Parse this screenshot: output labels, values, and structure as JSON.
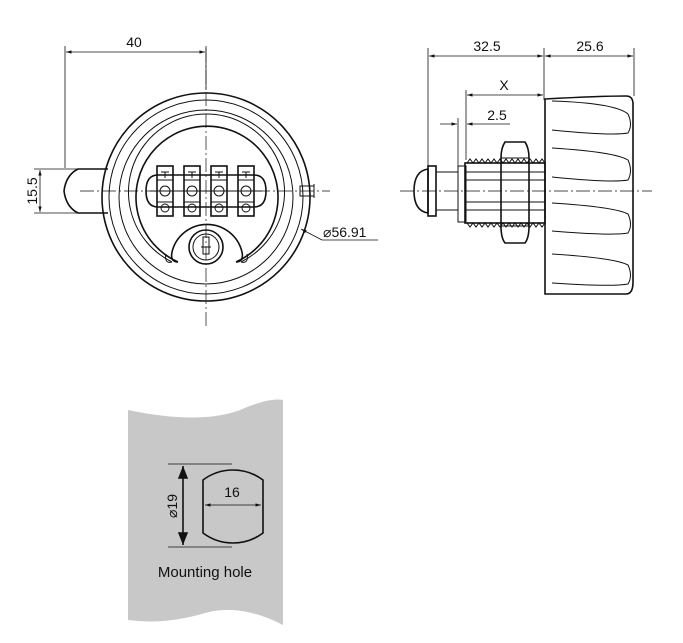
{
  "front_view": {
    "width_dim": "40",
    "height_dim": "15.5",
    "diameter_dim": "56.91"
  },
  "side_view": {
    "total_dim": "32.5",
    "knob_dim": "25.6",
    "x_dim": "X",
    "offset_dim": "2.5"
  },
  "mounting_hole": {
    "caption": "Mounting hole",
    "diameter_dim": "19",
    "flat_dim": "16"
  },
  "symbols": {
    "diameter": "⌀"
  },
  "colors": {
    "line": "#111111",
    "panel": "#c8c8c8",
    "body_fill": "#ffffff"
  }
}
